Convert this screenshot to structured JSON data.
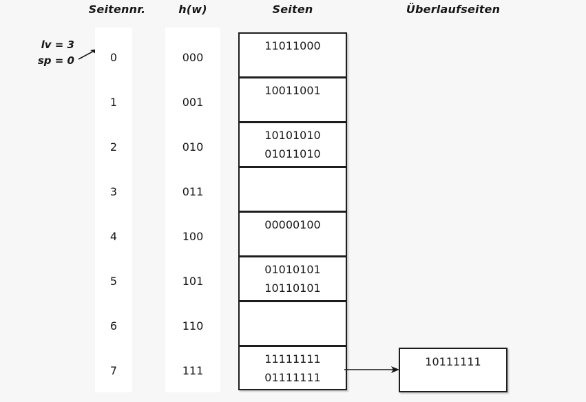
{
  "headers": {
    "seitennr": "Seitennr.",
    "hw": "h(w)",
    "seiten": "Seiten",
    "ueberlaufseiten": "Überlaufseiten"
  },
  "params": {
    "lv": "lv = 3",
    "sp": "sp = 0"
  },
  "colors": {
    "background": "#f7f7f7",
    "box_fill": "#ffffff",
    "box_border": "#1d1d1f",
    "text": "#17171a"
  },
  "rows": [
    {
      "seitennr": "0",
      "hw": "000",
      "page_lines": [
        "11011000"
      ]
    },
    {
      "seitennr": "1",
      "hw": "001",
      "page_lines": [
        "10011001"
      ]
    },
    {
      "seitennr": "2",
      "hw": "010",
      "page_lines": [
        "10101010",
        "01011010"
      ]
    },
    {
      "seitennr": "3",
      "hw": "011",
      "page_lines": []
    },
    {
      "seitennr": "4",
      "hw": "100",
      "page_lines": [
        "00000100"
      ]
    },
    {
      "seitennr": "5",
      "hw": "101",
      "page_lines": [
        "01010101",
        "10110101"
      ]
    },
    {
      "seitennr": "6",
      "hw": "110",
      "page_lines": []
    },
    {
      "seitennr": "7",
      "hw": "111",
      "page_lines": [
        "11111111",
        "01111111"
      ]
    }
  ],
  "overflow": {
    "from_row": 7,
    "value": "10111111"
  }
}
